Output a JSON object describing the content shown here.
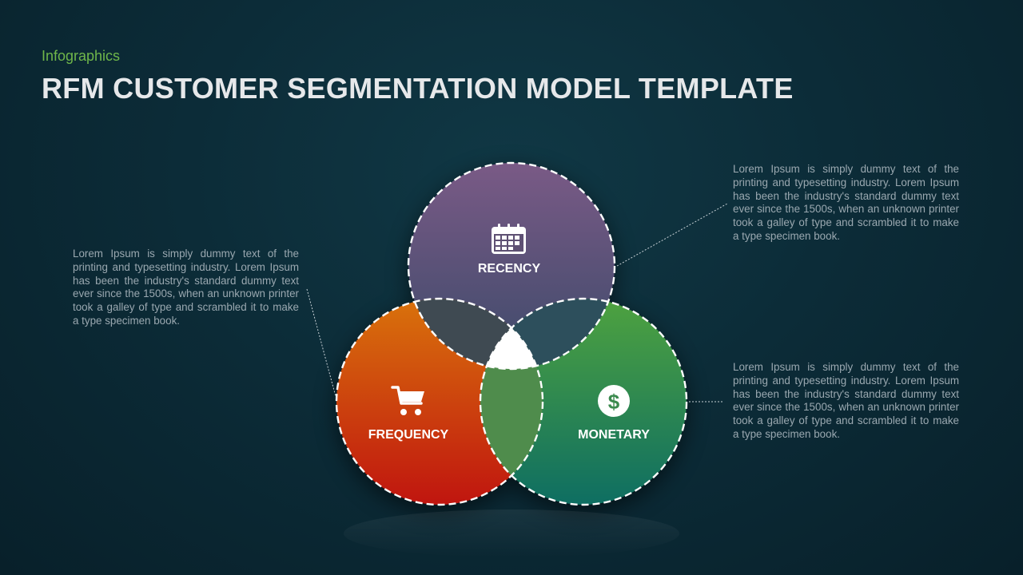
{
  "header": {
    "eyebrow": "Infographics",
    "title": "RFM CUSTOMER SEGMENTATION MODEL TEMPLATE"
  },
  "segments": {
    "recency": {
      "label": "RECENCY",
      "icon": "calendar-icon",
      "color_top": "#7a5a86",
      "color_bottom": "#3c4a6a"
    },
    "frequency": {
      "label": "FREQUENCY",
      "icon": "shopping-cart-icon",
      "color_top": "#d9720c",
      "color_bottom": "#c0150f"
    },
    "monetary": {
      "label": "MONETARY",
      "icon": "dollar-icon",
      "color_top": "#4ea23f",
      "color_bottom": "#0e6e62"
    }
  },
  "descriptions": {
    "left": "Lorem Ipsum is simply dummy text of the printing and typesetting industry. Lorem Ipsum has been the industry's standard dummy text ever since the 1500s, when an unknown printer took a galley of type and scrambled it to make a type specimen book.",
    "top_right": "Lorem Ipsum is simply dummy text of the printing and typesetting industry. Lorem Ipsum has been the industry's standard dummy text ever since the 1500s, when an unknown printer took a galley of type and scrambled it to make a type specimen book.",
    "bottom_right": "Lorem Ipsum is simply dummy text of the printing and typesetting industry. Lorem Ipsum has been the industry's standard dummy text ever since the 1500s, when an unknown printer took a galley of type and scrambled it to make a type specimen book."
  },
  "colors": {
    "eyebrow": "#6fb64a",
    "center": "#ffffff",
    "dashes": "#ffffff"
  }
}
